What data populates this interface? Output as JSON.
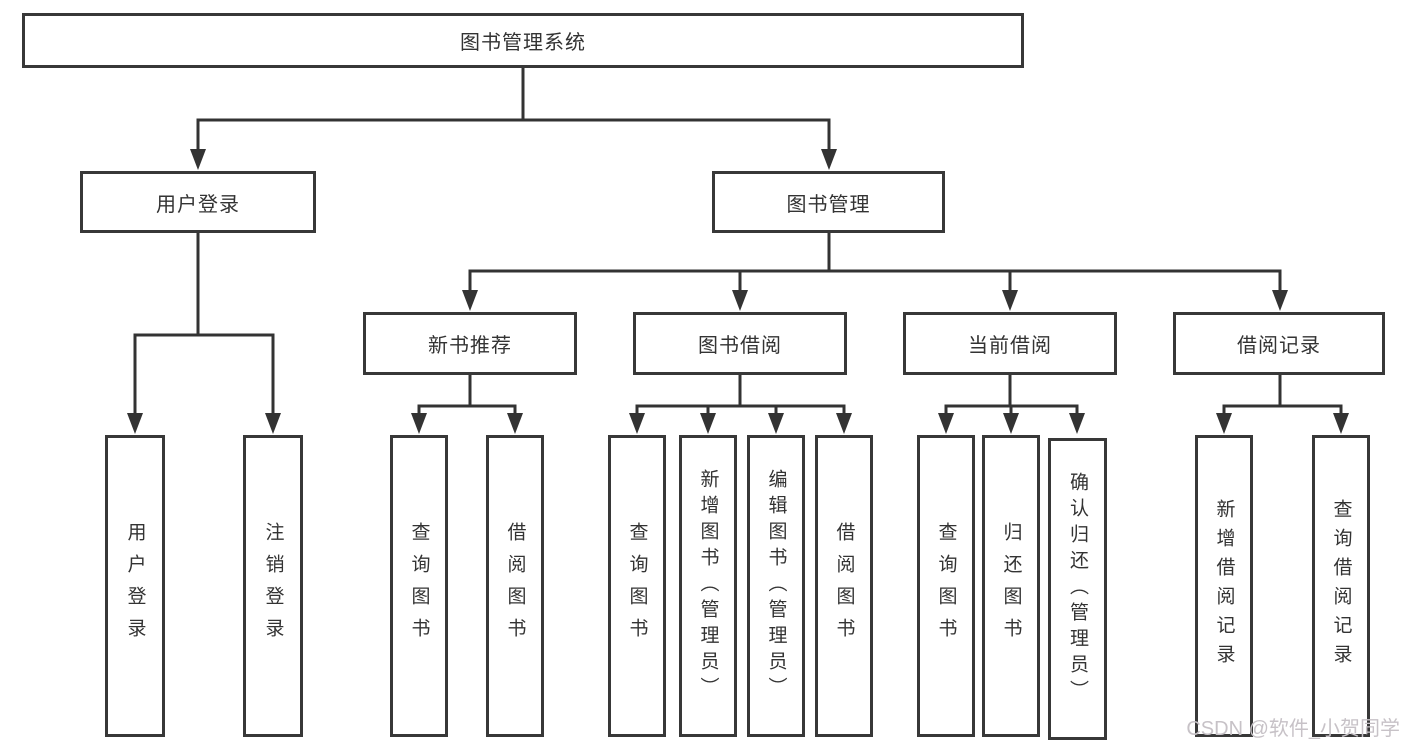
{
  "title": "图书管理系统",
  "tree": {
    "root": {
      "label": "图书管理系统"
    },
    "branches": [
      {
        "label": "用户登录",
        "children": [
          {
            "label": "用户登录"
          },
          {
            "label": "注销登录"
          }
        ]
      },
      {
        "label": "图书管理",
        "children": [
          {
            "label": "新书推荐",
            "children": [
              {
                "label": "查询图书"
              },
              {
                "label": "借阅图书"
              }
            ]
          },
          {
            "label": "图书借阅",
            "children": [
              {
                "label": "查询图书"
              },
              {
                "label": "新增图书（管理员）"
              },
              {
                "label": "编辑图书（管理员）"
              },
              {
                "label": "借阅图书"
              }
            ]
          },
          {
            "label": "当前借阅",
            "children": [
              {
                "label": "查询图书"
              },
              {
                "label": "归还图书"
              },
              {
                "label": "确认归还（管理员）"
              }
            ]
          },
          {
            "label": "借阅记录",
            "children": [
              {
                "label": "新增借阅记录"
              },
              {
                "label": "查询借阅记录"
              }
            ]
          }
        ]
      }
    ]
  },
  "watermark": {
    "text": "CSDN @软件_小贺同学",
    "color": "#c7c2c7"
  },
  "colors": {
    "line": "#333333",
    "border": "#383838",
    "text": "#333333",
    "background": "#ffffff"
  }
}
